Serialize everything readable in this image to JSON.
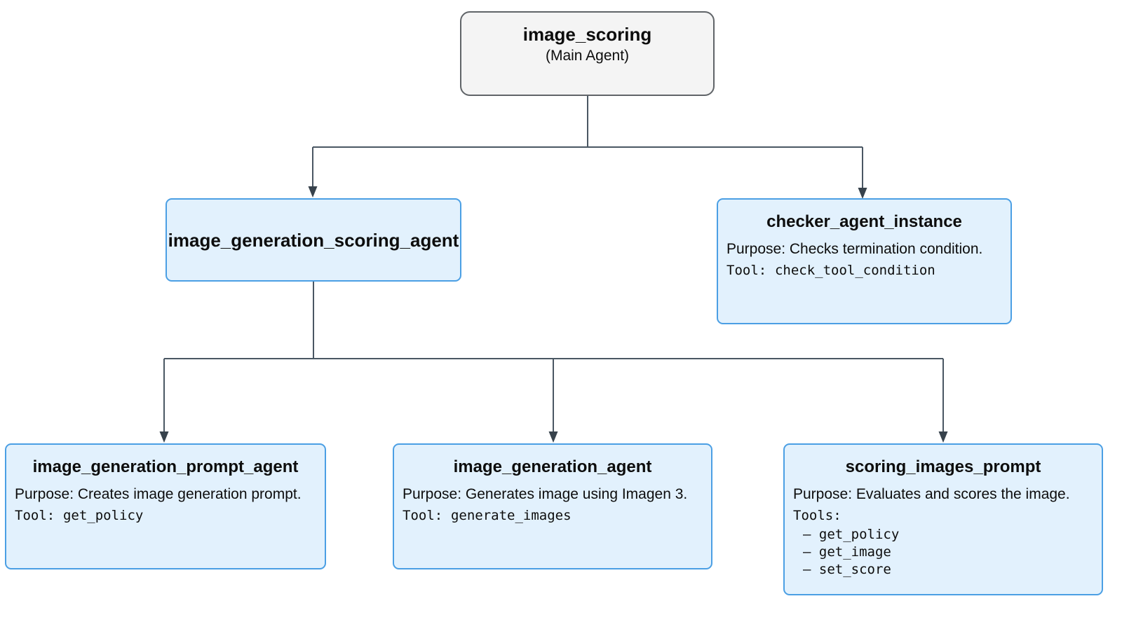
{
  "theme": {
    "background": "#ffffff",
    "edge_color": "#4a5763",
    "arrow_color": "#37424c",
    "node_fill_blue": "#e2f1fd",
    "node_border_blue": "#4b9fe4",
    "root_fill": "#f4f4f4",
    "root_border": "#606468",
    "text_color": "#0d0d0d"
  },
  "nodes": {
    "image_scoring": {
      "title": "image_scoring",
      "subtitle": "(Main Agent)"
    },
    "image_generation_scoring_agent": {
      "title": "image_generation_scoring_agent"
    },
    "checker_agent_instance": {
      "title": "checker_agent_instance",
      "purpose": "Purpose: Checks termination condition.",
      "tool_label": "Tool:",
      "tool_value": "check_tool_condition"
    },
    "image_generation_prompt_agent": {
      "title": "image_generation_prompt_agent",
      "purpose": "Purpose: Creates image generation prompt.",
      "tool_label": "Tool:",
      "tool_value": "get_policy"
    },
    "image_generation_agent": {
      "title": "image_generation_agent",
      "purpose": "Purpose: Generates image using Imagen 3.",
      "tool_label": "Tool:",
      "tool_value": "generate_images"
    },
    "scoring_images_prompt": {
      "title": "scoring_images_prompt",
      "purpose": "Purpose: Evaluates and scores the image.",
      "tools_label": "Tools:",
      "tools": [
        "– get_policy",
        "– get_image",
        "– set_score"
      ]
    }
  }
}
